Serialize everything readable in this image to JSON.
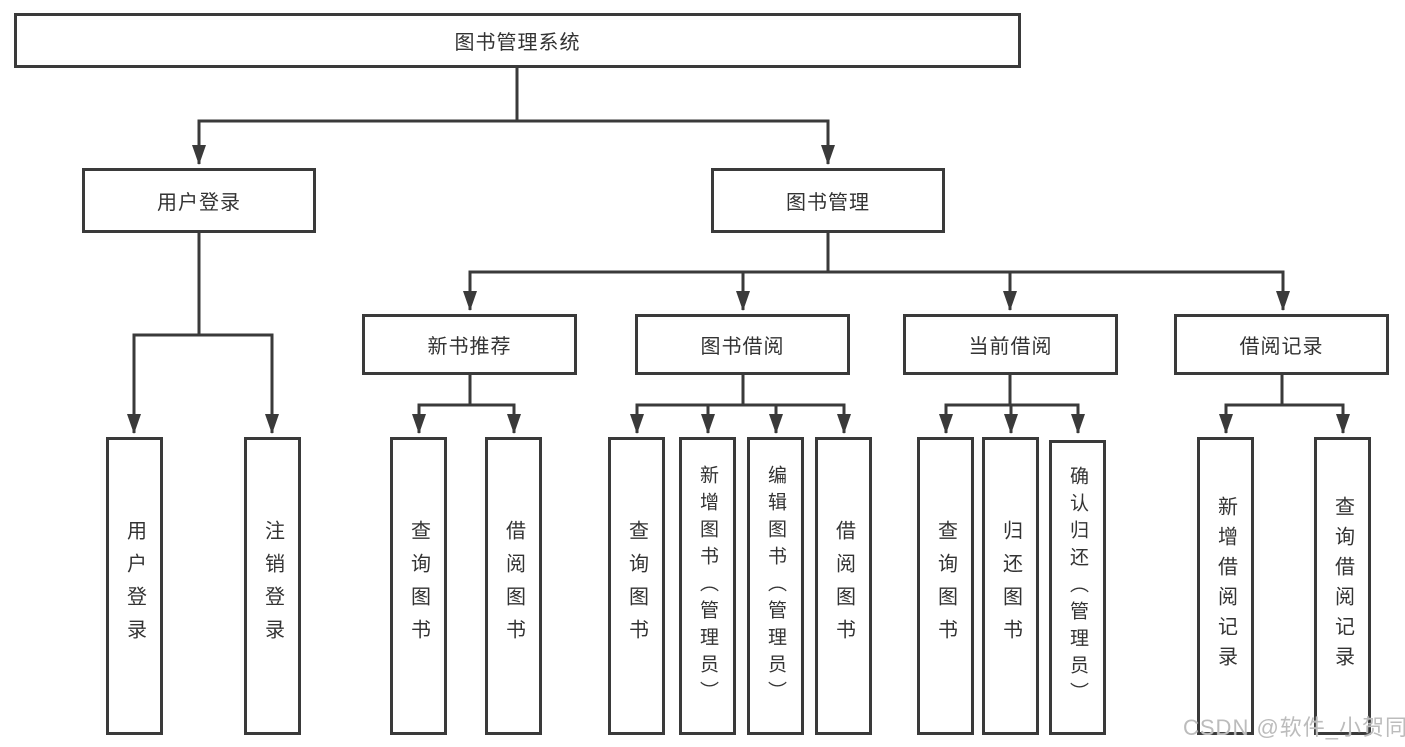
{
  "tree": {
    "root": {
      "label": "图书管理系统"
    },
    "branches": [
      {
        "label": "用户登录",
        "children": [
          {
            "label": "用户登录"
          },
          {
            "label": "注销登录"
          }
        ]
      },
      {
        "label": "图书管理",
        "children": [
          {
            "label": "新书推荐",
            "children": [
              {
                "label": "查询图书"
              },
              {
                "label": "借阅图书"
              }
            ]
          },
          {
            "label": "图书借阅",
            "children": [
              {
                "label": "查询图书"
              },
              {
                "label": "新增图书（管理员）"
              },
              {
                "label": "编辑图书（管理员）"
              },
              {
                "label": "借阅图书"
              }
            ]
          },
          {
            "label": "当前借阅",
            "children": [
              {
                "label": "查询图书"
              },
              {
                "label": "归还图书"
              },
              {
                "label": "确认归还（管理员）"
              }
            ]
          },
          {
            "label": "借阅记录",
            "children": [
              {
                "label": "新增借阅记录"
              },
              {
                "label": "查询借阅记录"
              }
            ]
          }
        ]
      }
    ]
  },
  "watermark": {
    "text": "CSDN @软件_小贺同学"
  },
  "colors": {
    "line": "#3a3a3a",
    "text": "#333333",
    "watermark": "#bcbcbc",
    "background": "#ffffff"
  }
}
